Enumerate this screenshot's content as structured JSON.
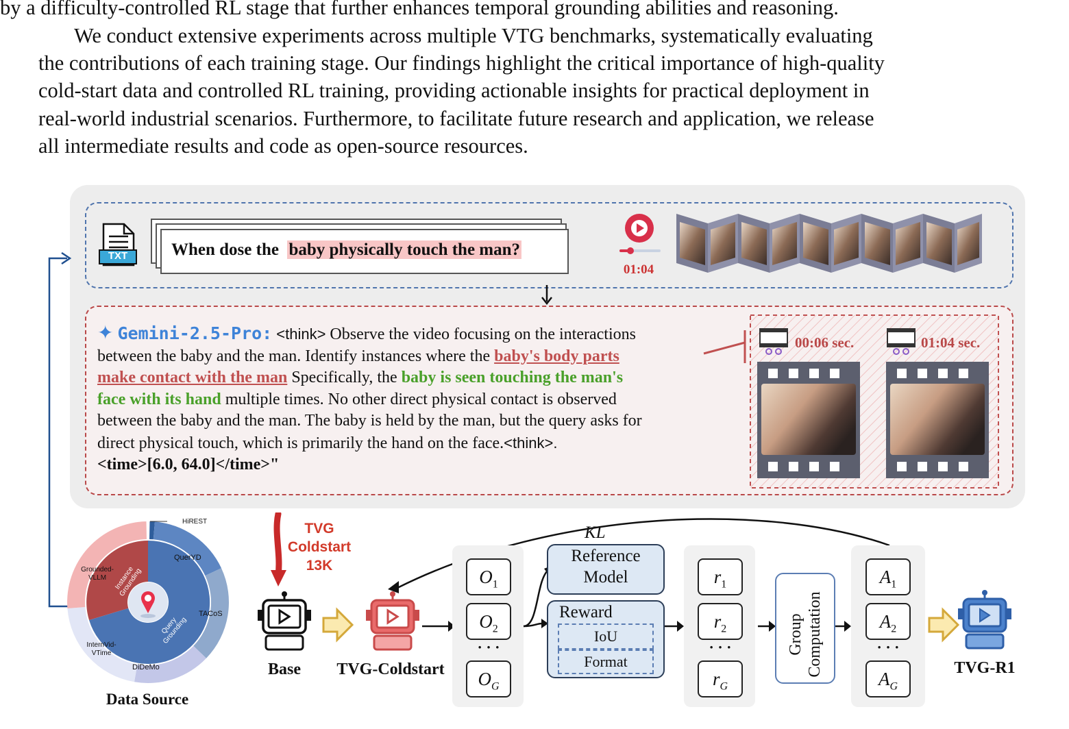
{
  "paragraph": {
    "lines": [
      "by a difficulty-controlled RL stage that further enhances temporal grounding abilities and reasoning.",
      "We conduct extensive experiments across multiple VTG benchmarks, systematically evaluating",
      "the contributions of each training stage. Our findings highlight the critical importance of high-quality",
      "cold-start data and controlled RL training, providing actionable insights for practical deployment in",
      "real-world industrial scenarios. Furthermore, to facilitate future research and application, we release",
      "all intermediate results and code as open-source resources."
    ]
  },
  "query": {
    "file_icon_label": "TXT",
    "prefix": "When dose the",
    "highlight": "baby physically touch the man?",
    "timestamp": "01:04"
  },
  "answer": {
    "model": "Gemini-2.5-Pro:",
    "think_open": "<think>",
    "l1": "Observe the video focusing on the interactions",
    "l2a": "between the baby and the man.  Identify instances where the",
    "l2b": "baby's body parts",
    "l3a": "make contact with the man",
    "l3b": "Specifically, the",
    "l3c": "baby is seen touching the man's",
    "l4a": "face with its hand",
    "l4b": "multiple times. No other direct physical contact is observed",
    "l5": "between the baby and the man. The baby is held by the man, but the query asks for",
    "l6a": "direct physical touch, which is primarily the hand on the face.",
    "think_close": "<think>.",
    "l7": "<time>[6.0, 64.0]</time>\""
  },
  "frames": [
    {
      "time": "00:06 sec."
    },
    {
      "time": "01:04 sec."
    }
  ],
  "donut": {
    "title": "Data Source",
    "inner": [
      "Instance Grounding",
      "Query Grounding"
    ],
    "outer": [
      "HiREST",
      "QuerYD",
      "TACoS",
      "DiDeMo",
      "InternVid-VTime",
      "Grounded-VLLM"
    ],
    "colors": {
      "inner_red": "#b04848",
      "inner_blue": "#4a74b3",
      "hirest": "#2f5e9c",
      "queryd": "#5d86c2",
      "tacos": "#8fa9cc",
      "didemo": "#c3c7e8",
      "internvid": "#e2e6f6",
      "grounded": "#f3b4b4"
    }
  },
  "pipeline": {
    "coldstart_tag": [
      "TVG",
      "Coldstart",
      "13K"
    ],
    "base_label": "Base",
    "coldstart_label": "TVG-Coldstart",
    "outputs": [
      "O",
      "O",
      "O"
    ],
    "outputs_sub": [
      "1",
      "2",
      "G"
    ],
    "ref_model": [
      "Reference",
      "Model"
    ],
    "reward_title": "Reward",
    "reward_items": [
      "IoU",
      "Format"
    ],
    "kl": "KL",
    "rewards": [
      "r",
      "r",
      "r"
    ],
    "rewards_sub": [
      "1",
      "2",
      "G"
    ],
    "group": [
      "Group",
      "Computation"
    ],
    "adv": [
      "A",
      "A",
      "A"
    ],
    "adv_sub": [
      "1",
      "2",
      "G"
    ],
    "final_label": "TVG-R1",
    "ellipsis": "· · ·"
  }
}
